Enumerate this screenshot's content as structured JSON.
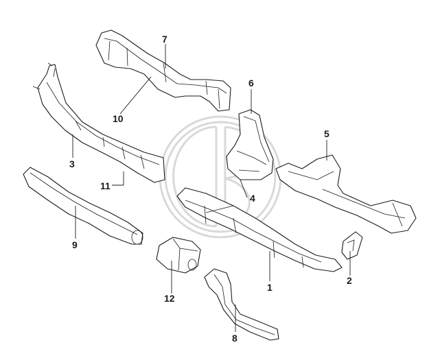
{
  "callouts": [
    {
      "id": "1",
      "label": "1"
    },
    {
      "id": "2",
      "label": "2"
    },
    {
      "id": "3",
      "label": "3"
    },
    {
      "id": "4",
      "label": "4"
    },
    {
      "id": "5",
      "label": "5"
    },
    {
      "id": "6",
      "label": "6"
    },
    {
      "id": "7",
      "label": "7"
    },
    {
      "id": "8",
      "label": "8"
    },
    {
      "id": "9",
      "label": "9"
    },
    {
      "id": "10",
      "label": "10"
    },
    {
      "id": "11",
      "label": "11"
    },
    {
      "id": "12",
      "label": "12"
    }
  ],
  "colors": {
    "line": "#1a1a1a",
    "watermark": "#c9c9c9",
    "background": "#ffffff"
  }
}
